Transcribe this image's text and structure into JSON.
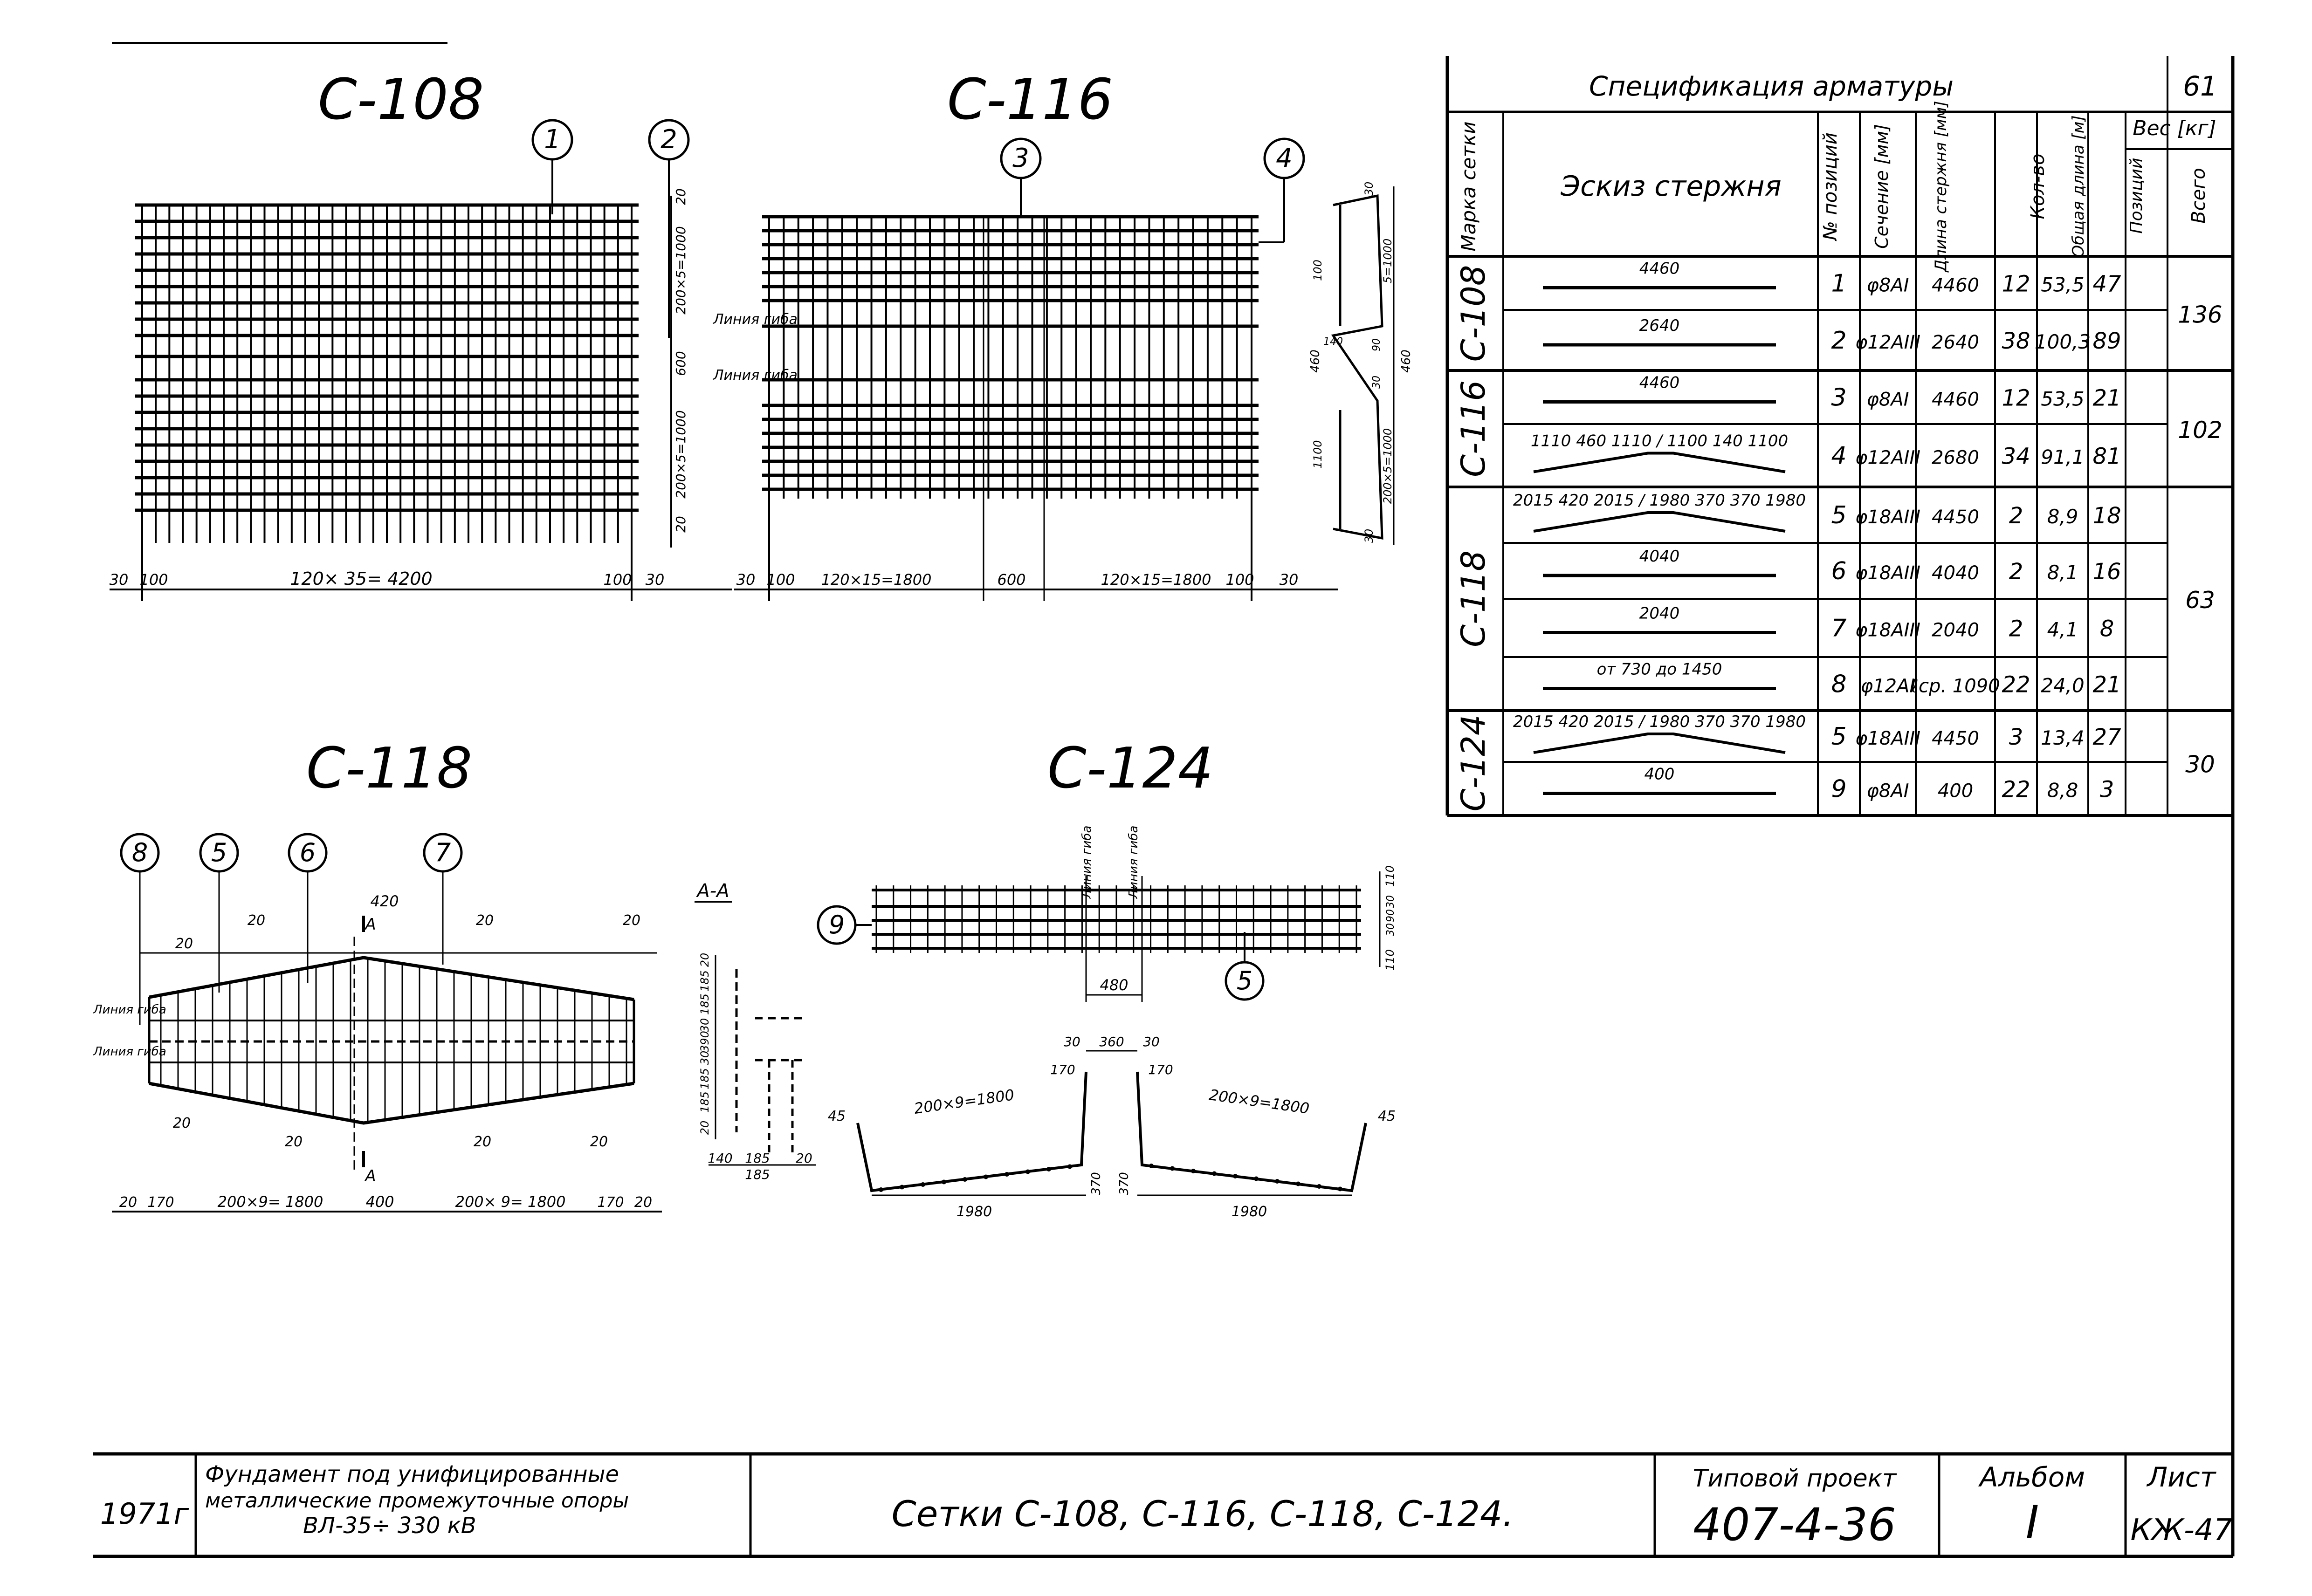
{
  "sheet_number": "61",
  "meshes": {
    "c108": {
      "title": "С-108",
      "pos": [
        "1",
        "2"
      ],
      "dims": {
        "bottom": [
          "30",
          "100",
          "120× 35= 4200",
          "100",
          "30"
        ],
        "right": [
          "20",
          "200×5=1000",
          "600",
          "200×5=1000",
          "20"
        ]
      }
    },
    "c116": {
      "title": "С-116",
      "pos": [
        "3",
        "4"
      ],
      "bend_label": "Линия гиба",
      "dims": {
        "bottom": [
          "30",
          "100",
          "120×15=1800",
          "600",
          "120×15=1800",
          "100",
          "30"
        ],
        "section": [
          "30",
          "5=1000",
          "100",
          "460",
          "140",
          "90",
          "30",
          "460",
          "1100",
          "200×5=1000",
          "30"
        ]
      }
    },
    "c118": {
      "title": "С-118",
      "pos": [
        "8",
        "5",
        "6",
        "7"
      ],
      "section_mark": "А-А",
      "cut_letter": "А",
      "bend_label": "Линия гиба",
      "dims": {
        "top": [
          "20",
          "20",
          "420",
          "20",
          "20"
        ],
        "bottom_small": [
          "20",
          "20",
          "20",
          "20"
        ],
        "bottom": [
          "20",
          "170",
          "200×9= 1800",
          "400",
          "200× 9= 1800",
          "170",
          "20"
        ],
        "right": [
          "20",
          "185",
          "185",
          "30",
          "390",
          "30",
          "185",
          "185",
          "20"
        ],
        "section_bottom": [
          "140",
          "185",
          "185",
          "20"
        ]
      }
    },
    "c124": {
      "title": "С-124",
      "pos": [
        "9",
        "5"
      ],
      "bend_label": "Линия гиба",
      "dims": {
        "mid": "480",
        "right": [
          "110",
          "30",
          "90",
          "30",
          "110"
        ],
        "prof_top": [
          "30",
          "360",
          "30"
        ],
        "prof_side": [
          "170",
          "170"
        ],
        "prof_slope": [
          "200×9=1800",
          "200×9=1800"
        ],
        "prof_end": [
          "45",
          "45"
        ],
        "prof_bottom": [
          "1980",
          "370",
          "370",
          "1980"
        ]
      }
    }
  },
  "spec": {
    "title": "Спецификация арматуры",
    "headers": {
      "mark": "Марка сетки",
      "sketch": "Эскиз стержня",
      "pos": "№ позиций",
      "section": "Сечение [мм]",
      "length": "Длина стержня [мм]",
      "count": "Кол-во",
      "total_len": "Общая длина [м]",
      "weight": "Вес [кг]",
      "weight_pos": "Позиций",
      "weight_all": "Всего"
    },
    "rows": [
      {
        "mark": "С-108",
        "sketch": "4460",
        "pos": "1",
        "section": "φ8AI",
        "length": "4460",
        "count": "12",
        "total_len": "53,5",
        "weight_pos": "47",
        "weight_all": "136"
      },
      {
        "mark": "",
        "sketch": "2640",
        "pos": "2",
        "section": "φ12AIII",
        "length": "2640",
        "count": "38",
        "total_len": "100,3",
        "weight_pos": "89",
        "weight_all": ""
      },
      {
        "mark": "С-116",
        "sketch": "4460",
        "pos": "3",
        "section": "φ8AI",
        "length": "4460",
        "count": "12",
        "total_len": "53,5",
        "weight_pos": "21",
        "weight_all": "102"
      },
      {
        "mark": "",
        "sketch": "1110 460 1110 / 1100 140 1100",
        "pos": "4",
        "section": "φ12AIII",
        "length": "2680",
        "count": "34",
        "total_len": "91,1",
        "weight_pos": "81",
        "weight_all": ""
      },
      {
        "mark": "С-118",
        "sketch": "2015 420 2015 / 1980 370 370 1980",
        "pos": "5",
        "section": "φ18AIII",
        "length": "4450",
        "count": "2",
        "total_len": "8,9",
        "weight_pos": "18",
        "weight_all": "63"
      },
      {
        "mark": "",
        "sketch": "4040",
        "pos": "6",
        "section": "φ18AIII",
        "length": "4040",
        "count": "2",
        "total_len": "8,1",
        "weight_pos": "16",
        "weight_all": ""
      },
      {
        "mark": "",
        "sketch": "2040",
        "pos": "7",
        "section": "φ18AIII",
        "length": "2040",
        "count": "2",
        "total_len": "4,1",
        "weight_pos": "8",
        "weight_all": ""
      },
      {
        "mark": "",
        "sketch": "от 730 до 1450",
        "pos": "8",
        "section": "φ12AI",
        "length": "ℓср. 1090",
        "count": "22",
        "total_len": "24,0",
        "weight_pos": "21",
        "weight_all": ""
      },
      {
        "mark": "С-124",
        "sketch": "2015 420 2015 / 1980 370 370 1980",
        "pos": "5",
        "section": "φ18AIII",
        "length": "4450",
        "count": "3",
        "total_len": "13,4",
        "weight_pos": "27",
        "weight_all": "30"
      },
      {
        "mark": "",
        "sketch": "400",
        "pos": "9",
        "section": "φ8AI",
        "length": "400",
        "count": "22",
        "total_len": "8,8",
        "weight_pos": "3",
        "weight_all": ""
      }
    ]
  },
  "title_block": {
    "year": "1971г",
    "description": [
      "Фундамент под унифицированные",
      "металлические промежуточные опоры",
      "ВЛ-35÷ 330 кВ"
    ],
    "sheet_title": "Сетки С-108, С-116, С-118, С-124.",
    "project_label": "Типовой проект",
    "project_number": "407-4-36",
    "album_label": "Альбом",
    "album_number": "I",
    "sheet_label": "Лист",
    "sheet_code": "КЖ-47"
  }
}
